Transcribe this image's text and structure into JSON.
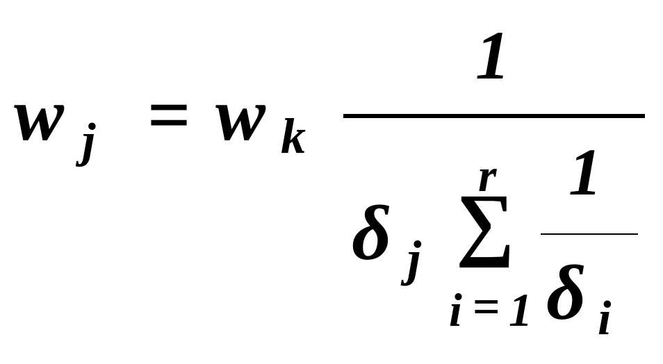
{
  "formula": {
    "lhs_var": "w",
    "lhs_sub": "j",
    "equals": "=",
    "rhs_var": "w",
    "rhs_sub": "k",
    "outer_numerator": "1",
    "denom_delta": "δ",
    "denom_delta_sub": "j",
    "sum_symbol": "∑",
    "sum_upper": "r",
    "sum_lower_index": "i",
    "sum_lower_equals": "=",
    "sum_lower_value": "1",
    "inner_numerator": "1",
    "inner_delta": "δ",
    "inner_delta_sub": "i"
  }
}
